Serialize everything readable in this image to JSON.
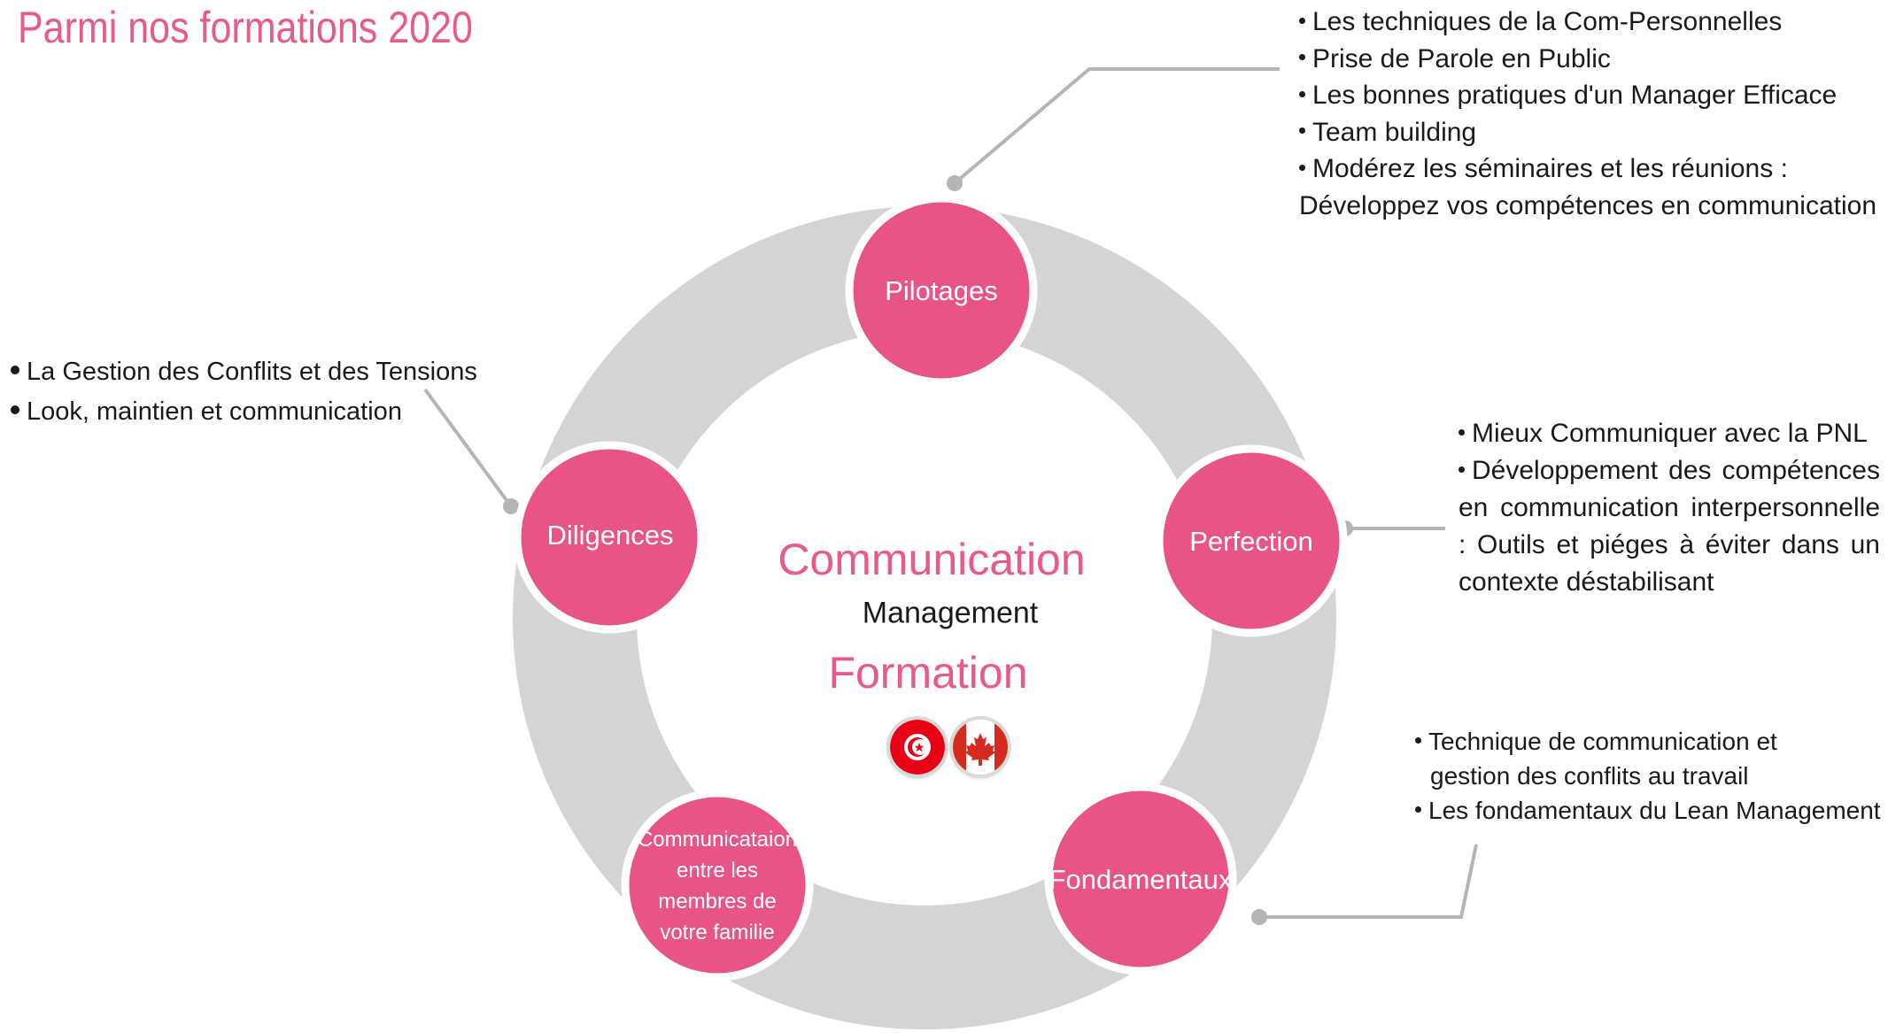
{
  "title": "Parmi nos formations 2020",
  "colors": {
    "accent": "#e75a8a",
    "ring": "#d4d4d4",
    "connector": "#b5b5b5",
    "text": "#1a1a1a"
  },
  "center": {
    "line1": "Communication",
    "line2": "Management",
    "line3": "Formation"
  },
  "flags": [
    {
      "name": "tunisia-flag-icon",
      "label": "Tunisie"
    },
    {
      "name": "canada-flag-icon",
      "label": "Canada"
    }
  ],
  "nodes": {
    "pilotages": "Pilotages",
    "perfection": "Perfection",
    "fondamentaux": "Fondamentaux",
    "famille": "Communicataion entre les membres de votre familie",
    "diligences": "Diligences"
  },
  "lists": {
    "pilotages": [
      "Les techniques de la Com-Personnelles",
      "Prise de Parole en Public",
      "Les bonnes pratiques d'un Manager Efficace",
      "Team building",
      "Modérez les séminaires et les réunions :",
      "Développez vos compétences en communication"
    ],
    "perfection": [
      "Mieux Communiquer avec la PNL",
      "Développement des compétences en communication interpersonnelle : Outils et piéges à éviter dans un contexte déstabilisant"
    ],
    "fondamentaux": [
      "Technique de communication et gestion des conflits au travail",
      "Les fondamentaux du Lean Management"
    ],
    "diligences": [
      "La Gestion  des Conflits et des Tensions",
      "Look, maintien et communication"
    ]
  }
}
